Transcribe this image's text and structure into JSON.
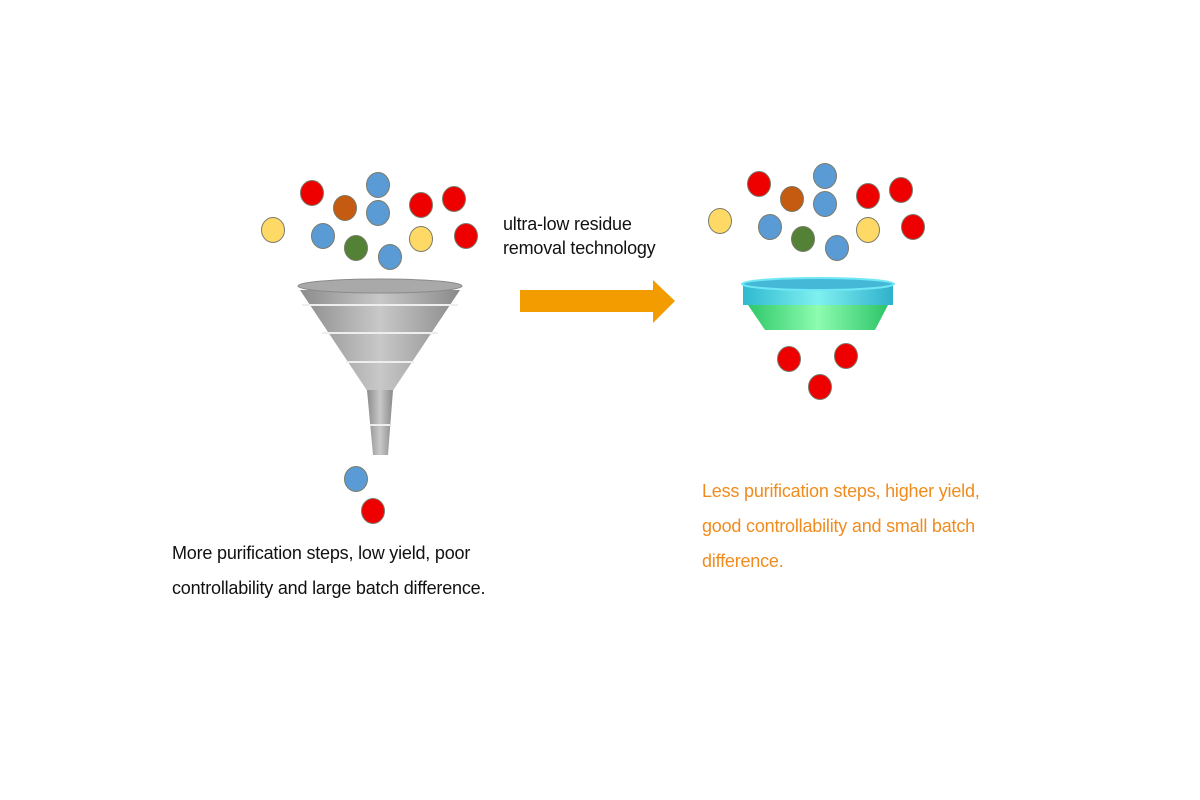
{
  "arrow_label": {
    "line1": "ultra-low residue",
    "line2": "removal technology"
  },
  "left_caption": {
    "line1": "More purification steps, low yield, poor",
    "line2": "controllability and large batch difference."
  },
  "right_caption": {
    "line1": "Less purification steps, higher yield,",
    "line2": "good controllability and small batch",
    "line3": "difference."
  },
  "colors": {
    "red": "#ee0000",
    "blue": "#5b9bd5",
    "brown": "#c55a11",
    "green": "#538135",
    "yellow": "#ffd966",
    "arrow": "#f29c00",
    "right_text": "#f08c1e"
  }
}
